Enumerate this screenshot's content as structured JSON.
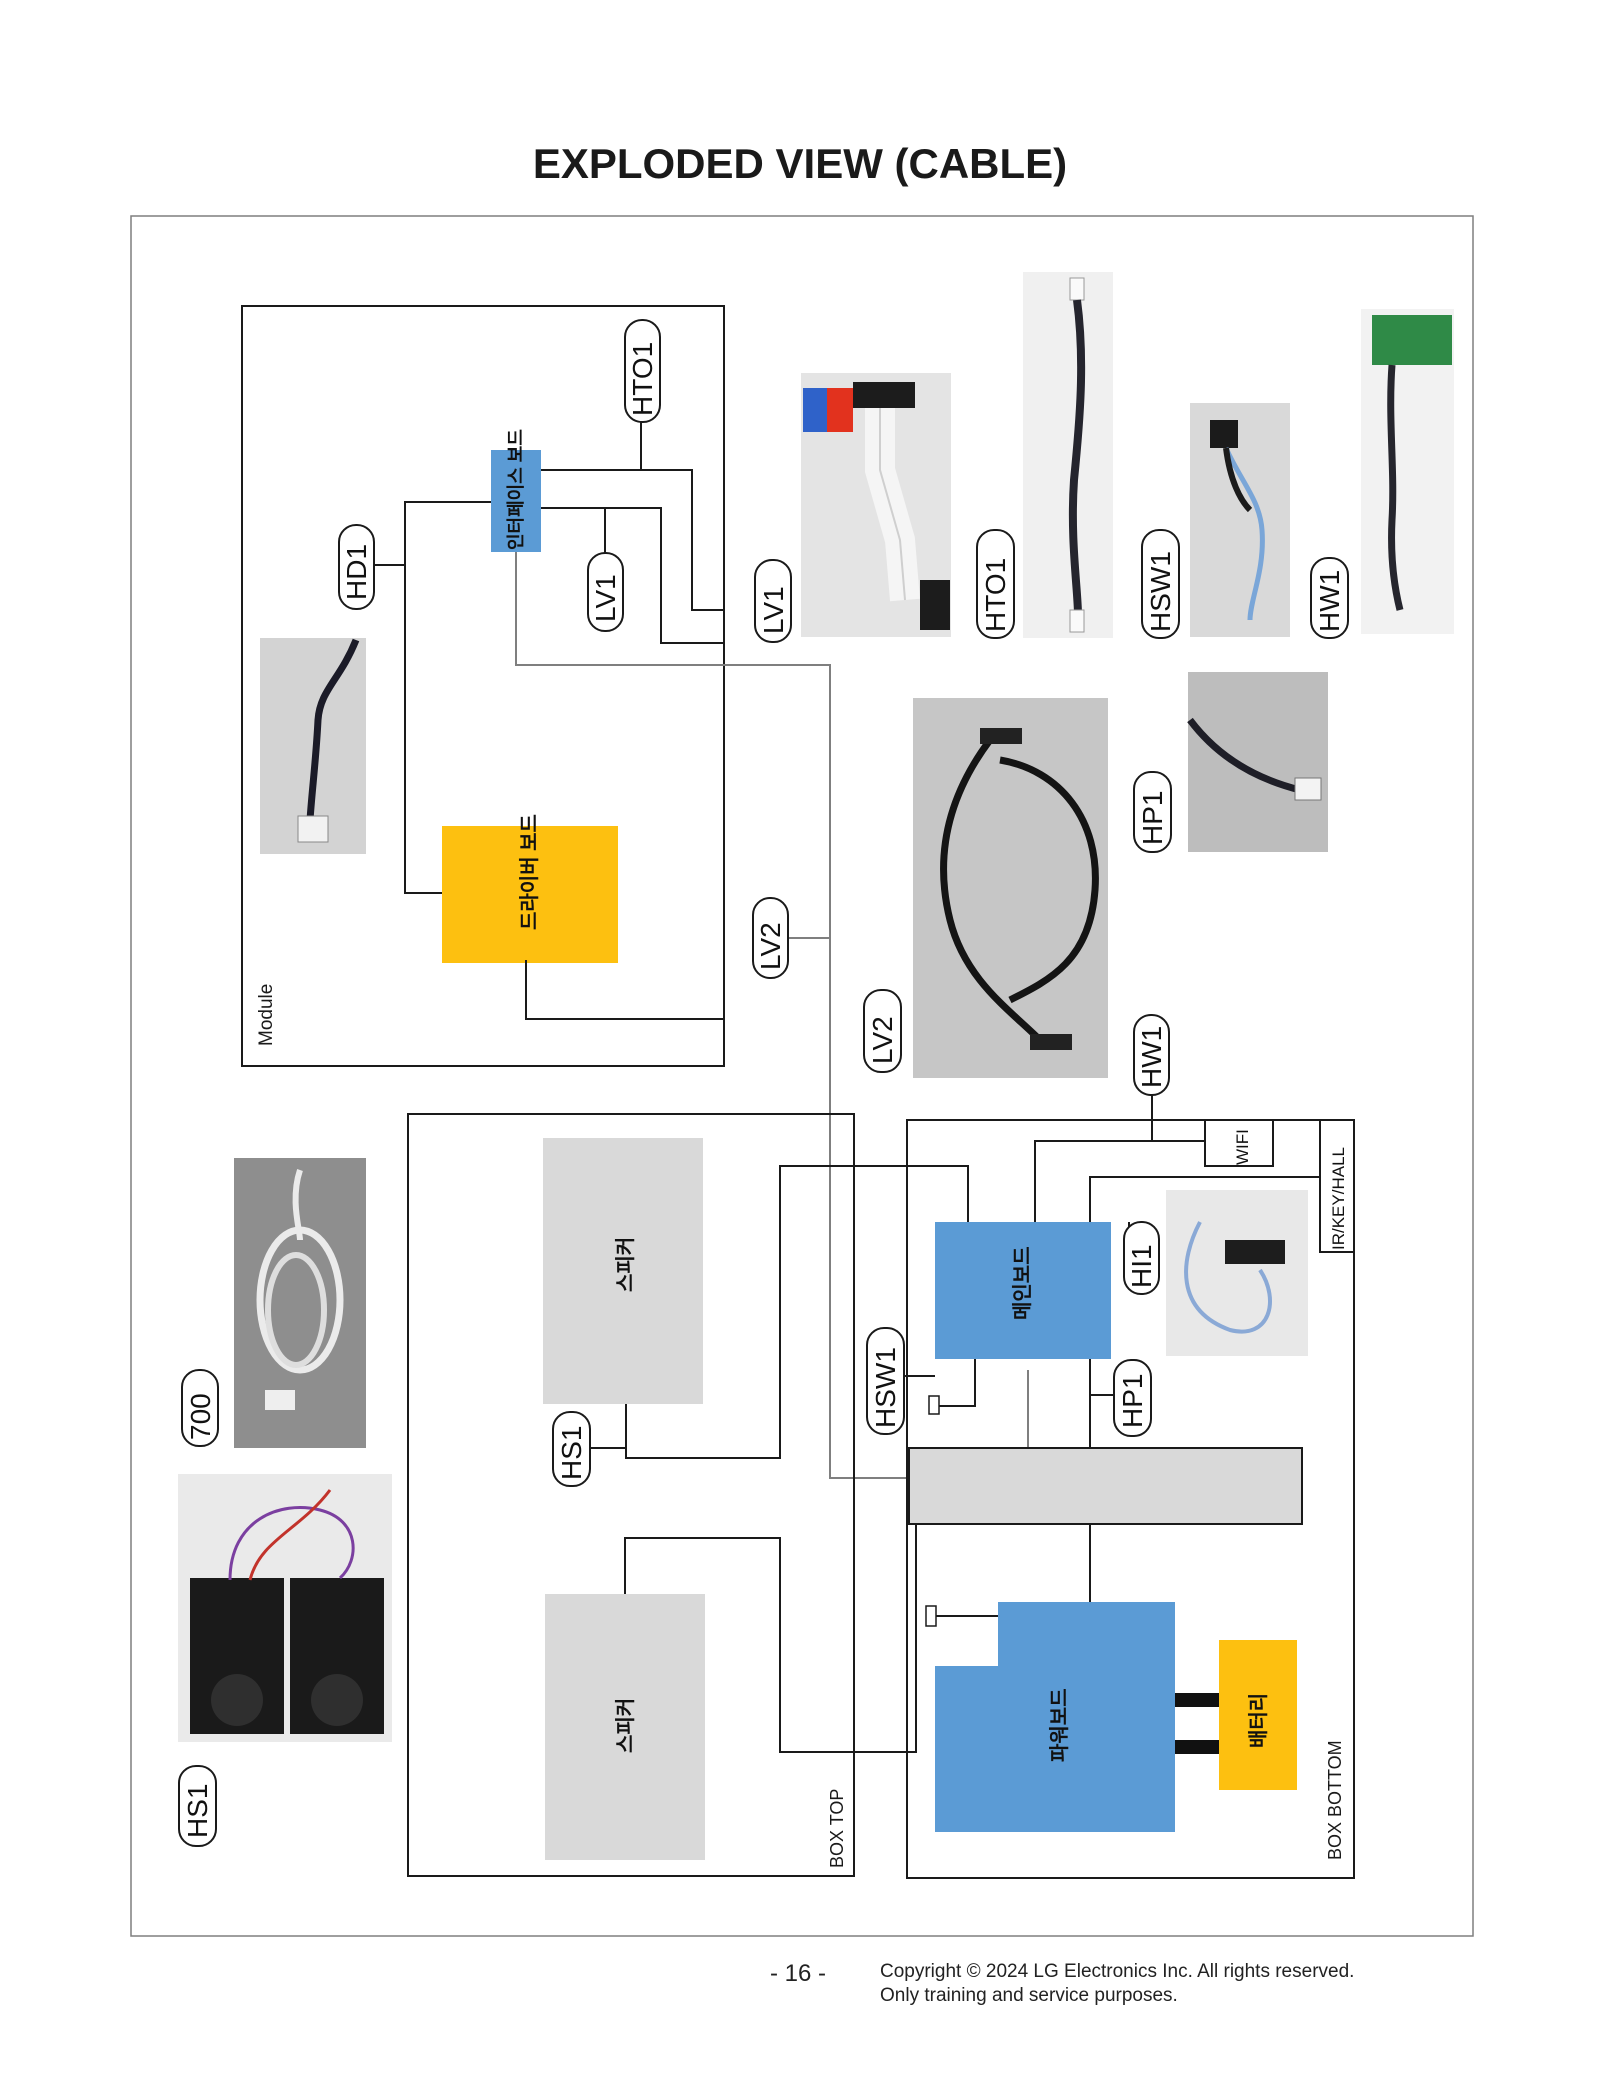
{
  "title": "EXPLODED VIEW (CABLE)",
  "footer": {
    "page": "- 16 -",
    "copyright": "Copyright © 2024 LG Electronics Inc. All rights reserved.",
    "note": "Only training and service purposes."
  },
  "boxes": {
    "module": "Module",
    "box_top": "BOX TOP",
    "box_bottom": "BOX BOTTOM",
    "interface_board": "인터페이스 보드",
    "driver_board": "드라이버 보드",
    "speaker_1": "스피커",
    "speaker_2": "스피커",
    "main_board": "메인보드",
    "power_board": "파워보드",
    "battery": "배터리",
    "wifi": "WIFI",
    "ir_key_hall": "IR/KEY/HALL"
  },
  "callouts": {
    "hd1": "HD1",
    "hto1_diagram": "HTO1",
    "lv1_diagram": "LV1",
    "lv2_diagram": "LV2",
    "hw1_diagram": "HW1",
    "hi1": "HI1",
    "hsw1_diagram": "HSW1",
    "hp1_diagram": "HP1",
    "hs1_diagram": "HS1",
    "lv1_photo": "LV1",
    "hto1_photo": "HTO1",
    "hsw1_photo": "HSW1",
    "hw1_photo": "HW1",
    "hp1_photo": "HP1",
    "lv2_photo": "LV2",
    "p700": "700",
    "hs1_photo": "HS1"
  },
  "colors": {
    "blue_board": "#5b9bd5",
    "yellow_board": "#fdc010",
    "speaker_gray": "#d9d9d9",
    "bar_gray": "#d9d9d9",
    "line": "#1a1a1a",
    "gray_line": "#7f7f7f"
  }
}
